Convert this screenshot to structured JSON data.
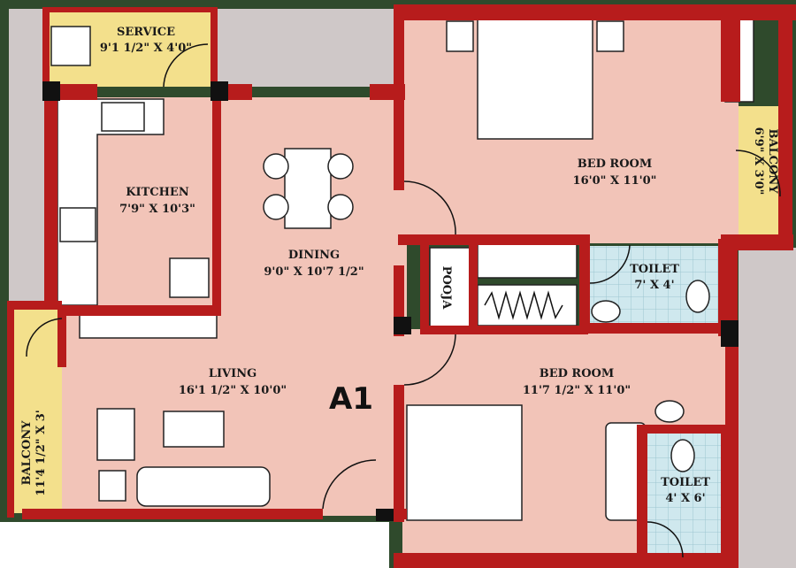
{
  "plan": {
    "unit_label": "A1",
    "rooms": {
      "service": {
        "name": "SERVICE",
        "size": "9'1 1/2\" X 4'0\""
      },
      "kitchen": {
        "name": "KITCHEN",
        "size": "7'9\" X 10'3\""
      },
      "dining": {
        "name": "DINING",
        "size": "9'0\" X 10'7 1/2\""
      },
      "bedroom1": {
        "name": "BED ROOM",
        "size": "16'0\" X 11'0\""
      },
      "balcony_right": {
        "name": "BALCONY",
        "size": "6'9\" X 3'0\""
      },
      "pooja": {
        "name": "POOJA"
      },
      "toilet1": {
        "name": "TOILET",
        "size": "7' X 4'"
      },
      "living": {
        "name": "LIVING",
        "size": "16'1 1/2\" X 10'0\""
      },
      "balcony_left": {
        "name": "BALCONY",
        "size": "11'4 1/2\" X 3'"
      },
      "bedroom2": {
        "name": "BED ROOM",
        "size": "11'7 1/2\" X 11'0\""
      },
      "toilet2": {
        "name": "TOILET",
        "size": "4' X 6'"
      }
    },
    "colors": {
      "wall": "#b71c1c",
      "floor": "#f2c4b8",
      "balcony": "#f3e08c",
      "toilet": "#cfe8ee",
      "outside": "#cfc8c8"
    }
  }
}
